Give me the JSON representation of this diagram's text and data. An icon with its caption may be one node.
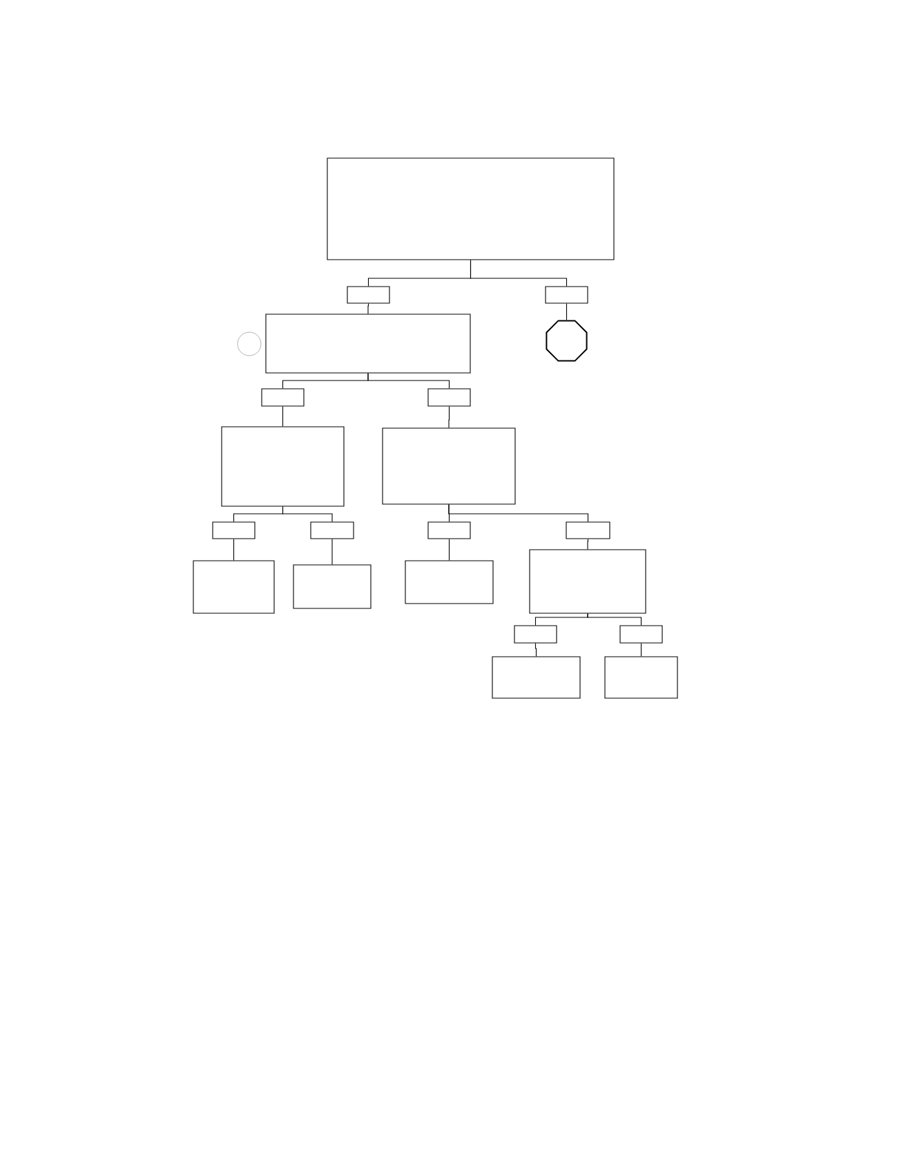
{
  "diagram": {
    "nodes": [
      {
        "text": [],
        "shape": "box"
      },
      {
        "text": [],
        "shape": "box"
      },
      {
        "text": [],
        "shape": "box"
      },
      {
        "text": [],
        "shape": "circle"
      },
      {
        "text": [],
        "shape": "box"
      },
      {
        "text": [],
        "shape": "octagon"
      },
      {
        "text": [],
        "shape": "box"
      },
      {
        "text": [],
        "shape": "box"
      },
      {
        "text": [],
        "shape": "box"
      },
      {
        "text": [],
        "shape": "box"
      },
      {
        "text": [],
        "shape": "box"
      },
      {
        "text": [],
        "shape": "box"
      },
      {
        "text": [],
        "shape": "box"
      },
      {
        "text": [],
        "shape": "box"
      },
      {
        "text": [],
        "shape": "box"
      },
      {
        "text": [],
        "shape": "box"
      },
      {
        "text": [],
        "shape": "box"
      },
      {
        "text": [],
        "shape": "box"
      },
      {
        "text": [],
        "shape": "box"
      },
      {
        "text": [],
        "shape": "box"
      },
      {
        "text": [],
        "shape": "box"
      },
      {
        "text": [],
        "shape": "box"
      }
    ],
    "edges": [
      {
        "from": 0,
        "to": 1,
        "arrow": "none"
      },
      {
        "from": 0,
        "to": 2,
        "arrow": "none"
      },
      {
        "from": 1,
        "to": 4,
        "arrow": "none"
      },
      {
        "from": 2,
        "to": 5,
        "arrow": "none"
      },
      {
        "from": 4,
        "to": 6,
        "arrow": "none"
      },
      {
        "from": 4,
        "to": 7,
        "arrow": "none"
      },
      {
        "from": 6,
        "to": 8,
        "arrow": "none"
      },
      {
        "from": 7,
        "to": 9,
        "arrow": "none"
      },
      {
        "from": 8,
        "to": 10,
        "arrow": "none"
      },
      {
        "from": 8,
        "to": 11,
        "arrow": "none"
      },
      {
        "from": 9,
        "to": 12,
        "arrow": "none"
      },
      {
        "from": 9,
        "to": 13,
        "arrow": "none"
      },
      {
        "from": 10,
        "to": 14,
        "arrow": "none"
      },
      {
        "from": 11,
        "to": 15,
        "arrow": "none"
      },
      {
        "from": 12,
        "to": 16,
        "arrow": "none"
      },
      {
        "from": 13,
        "to": 17,
        "arrow": "none"
      },
      {
        "from": 17,
        "to": 18,
        "arrow": "none"
      },
      {
        "from": 17,
        "to": 19,
        "arrow": "none"
      },
      {
        "from": 18,
        "to": 20,
        "arrow": "none"
      },
      {
        "from": 19,
        "to": 21,
        "arrow": "none"
      }
    ]
  }
}
